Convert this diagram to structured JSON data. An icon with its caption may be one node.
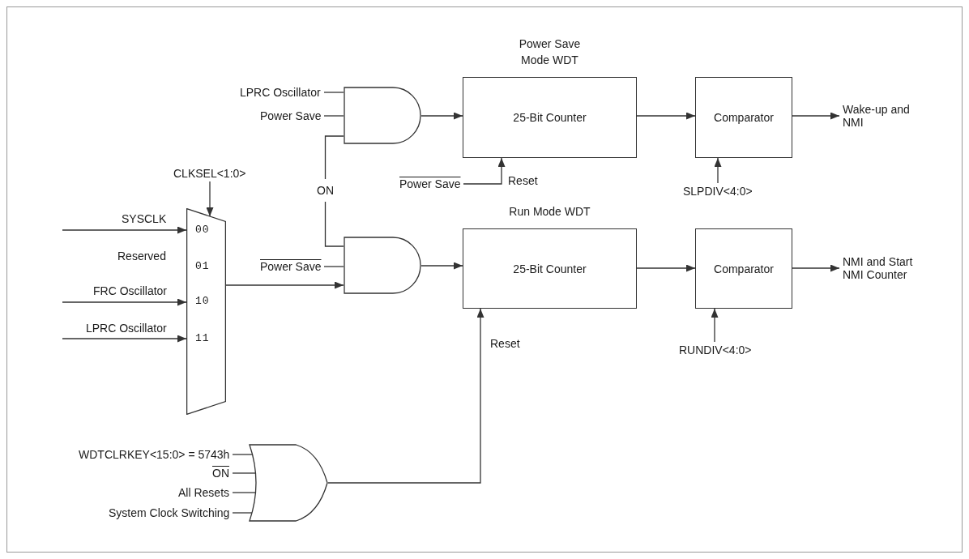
{
  "diagram": {
    "nodes": [
      {
        "text": [
          "LPRC Oscillator"
        ]
      },
      {
        "text": [
          "Power Save"
        ]
      },
      {
        "text": [],
        "shape": "gate"
      },
      {
        "text": [
          "Power Save Mode WDT",
          "25-Bit Counter"
        ]
      },
      {
        "text": [
          "Comparator"
        ]
      },
      {
        "text": [
          "Wake-up and NMI"
        ]
      },
      {
        "text": [
          "Power Save"
        ]
      },
      {
        "text": [
          "SLPDIV<4:0>"
        ]
      },
      {
        "text": [
          "ON"
        ]
      },
      {
        "text": [
          "CLKSEL<1:0>"
        ]
      },
      {
        "text": [
          "00",
          "01",
          "10",
          "11"
        ]
      },
      {
        "text": [
          "Power Save"
        ]
      },
      {
        "text": [],
        "shape": "gate"
      },
      {
        "text": [
          "Run Mode WDT",
          "25-Bit Counter"
        ]
      },
      {
        "text": [
          "Comparator"
        ]
      },
      {
        "text": [
          "NMI and Start NMI Counter"
        ]
      },
      {
        "text": [
          "RUNDIV<4:0>"
        ]
      },
      {
        "text": [
          "WDTCLRKEY<15:0> = 5743h"
        ]
      },
      {
        "text": [
          "ON"
        ]
      },
      {
        "text": [
          "All Resets"
        ]
      },
      {
        "text": [
          "System Clock Switching"
        ]
      },
      {
        "text": [],
        "shape": "gate"
      }
    ],
    "edges": [
      {
        "from": 0,
        "to": 2,
        "arrow": "none"
      },
      {
        "from": 1,
        "to": 2,
        "arrow": "none"
      },
      {
        "from": 8,
        "to": 2,
        "arrow": "none"
      },
      {
        "from": 2,
        "to": 3,
        "arrow": "to"
      },
      {
        "from": 3,
        "to": 4,
        "arrow": "to"
      },
      {
        "from": 4,
        "to": 5,
        "arrow": "to"
      },
      {
        "from": 6,
        "to": 3,
        "arrow": "to",
        "label": "Reset"
      },
      {
        "from": 7,
        "to": 4,
        "arrow": "to"
      },
      {
        "from": 9,
        "to": 10,
        "arrow": "to"
      },
      {
        "from": null,
        "to": 10,
        "arrow": "to",
        "label": "SYSCLK"
      },
      {
        "from": null,
        "to": 10,
        "arrow": "to",
        "label": "FRC Oscillator"
      },
      {
        "from": null,
        "to": 10,
        "arrow": "to",
        "label": "LPRC Oscillator"
      },
      {
        "from": 8,
        "to": 12,
        "arrow": "none"
      },
      {
        "from": 11,
        "to": 12,
        "arrow": "none"
      },
      {
        "from": 10,
        "to": 12,
        "arrow": "to"
      },
      {
        "from": 12,
        "to": 13,
        "arrow": "to"
      },
      {
        "from": 13,
        "to": 14,
        "arrow": "to"
      },
      {
        "from": 14,
        "to": 15,
        "arrow": "to"
      },
      {
        "from": 16,
        "to": 14,
        "arrow": "to"
      },
      {
        "from": 17,
        "to": 21,
        "arrow": "none"
      },
      {
        "from": 18,
        "to": 21,
        "arrow": "none"
      },
      {
        "from": 19,
        "to": 21,
        "arrow": "none"
      },
      {
        "from": 20,
        "to": 21,
        "arrow": "none"
      },
      {
        "from": 21,
        "to": 13,
        "arrow": "to",
        "label": "Reset"
      }
    ],
    "labels": [
      "Reserved"
    ]
  }
}
